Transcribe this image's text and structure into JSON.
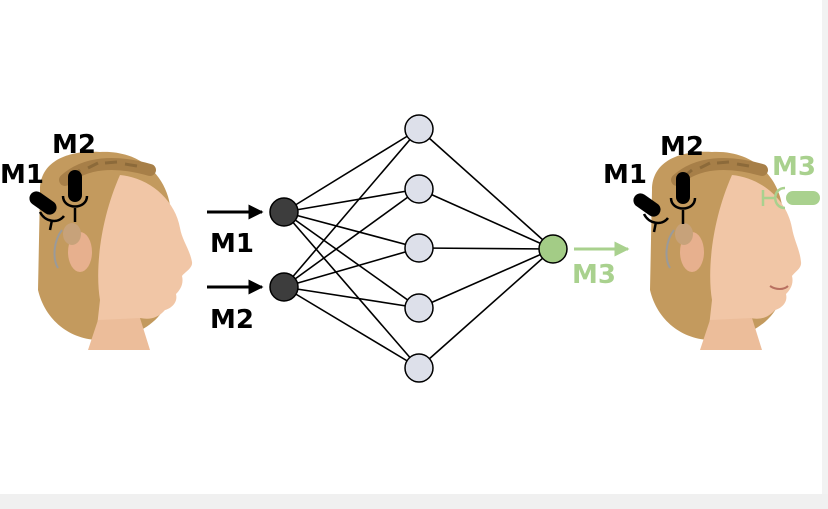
{
  "left_head": {
    "mic1_label": "M1",
    "mic2_label": "M2"
  },
  "network": {
    "input1_label": "M1",
    "input2_label": "M2",
    "output_label": "M3",
    "hidden_count": 5
  },
  "right_head": {
    "mic1_label": "M1",
    "mic2_label": "M2",
    "virtual_mic_label": "M3"
  },
  "colors": {
    "input_node": "#3d3d3d",
    "hidden_node": "#dde0ea",
    "output_node": "#a3cc86",
    "virtual_mic": "#a9d18e",
    "ink": "#000000"
  }
}
